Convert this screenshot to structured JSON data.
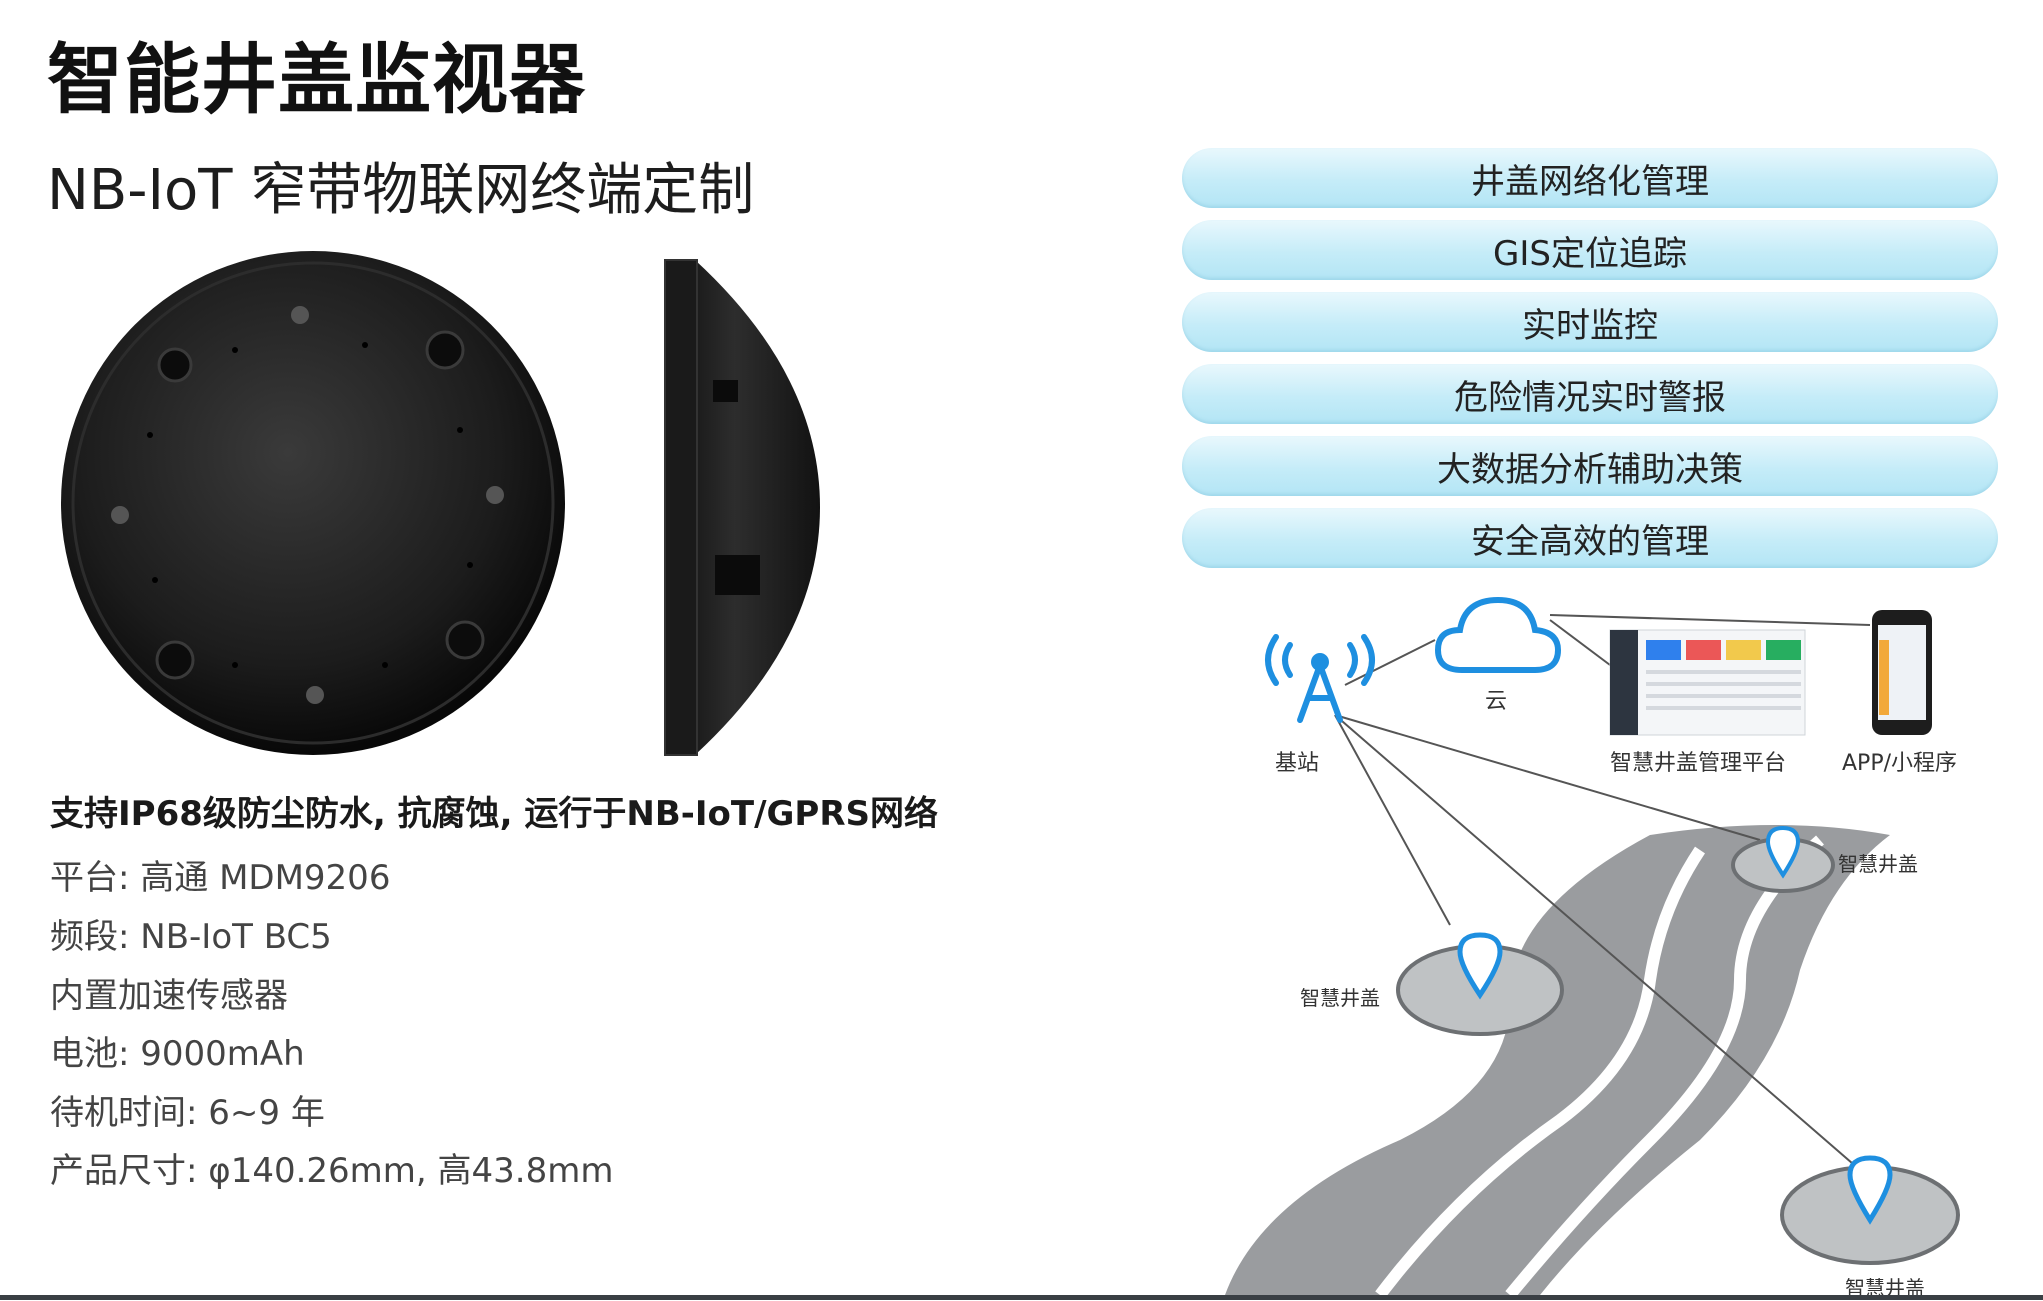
{
  "title": "智能井盖监视器",
  "subtitle": "NB-IoT 窄带物联网终端定制",
  "highlight": "支持IP68级防尘防水, 抗腐蚀, 运行于NB-IoT/GPRS网络",
  "specs": [
    "平台: 高通 MDM9206",
    "频段: NB-IoT BC5",
    "内置加速传感器",
    "电池: 9000mAh",
    "待机时间:  6~9 年",
    "产品尺寸: φ140.26mm, 高43.8mm"
  ],
  "features": [
    "井盖网络化管理",
    "GIS定位追踪",
    "实时监控",
    "危险情况实时警报",
    "大数据分析辅助决策",
    "安全高效的管理"
  ],
  "diagram": {
    "base_station": "基站",
    "cloud": "云",
    "platform": "智慧井盖管理平台",
    "app": "APP/小程序",
    "manhole_1": "智慧井盖",
    "manhole_2": "智慧井盖",
    "manhole_3": "智慧井盖"
  },
  "colors": {
    "pill_fill": "#c5ecf8",
    "icon_blue": "#1e8fe0",
    "road": "#9a9c9f"
  },
  "icons": [
    "antenna-icon",
    "cloud-icon",
    "smartphone-icon",
    "location-pin-icon"
  ]
}
